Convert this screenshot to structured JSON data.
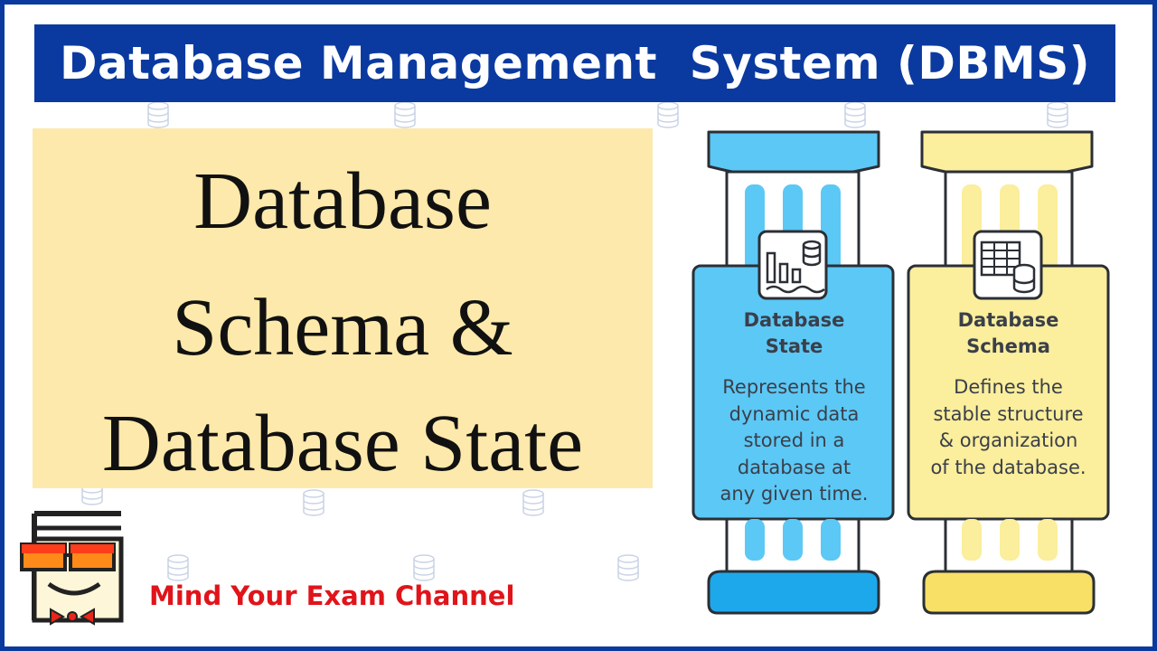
{
  "banner": {
    "title": "Database Management  System (DBMS)"
  },
  "main_title": {
    "line1": "Database",
    "line2": "Schema &",
    "line3": "Database State"
  },
  "channel": {
    "name": "Mind Your Exam Channel"
  },
  "pillars": [
    {
      "icon": "chart-database-icon",
      "title_line1": "Database",
      "title_line2": "State",
      "desc": [
        "Represents the",
        "dynamic data",
        "stored in a",
        "database at",
        "any given time."
      ],
      "color": "#5cc8f5"
    },
    {
      "icon": "table-database-icon",
      "title_line1": "Database",
      "title_line2": "Schema",
      "desc": [
        "Defines the",
        "stable structure",
        "& organization",
        "of the database."
      ],
      "color": "#fbee9c"
    }
  ],
  "colors": {
    "banner_bg": "#0a3aa0",
    "title_panel_bg": "#fde9ab",
    "channel_text": "#e0141a",
    "state_blue": "#5cc8f5",
    "schema_yellow": "#fbee9c"
  }
}
